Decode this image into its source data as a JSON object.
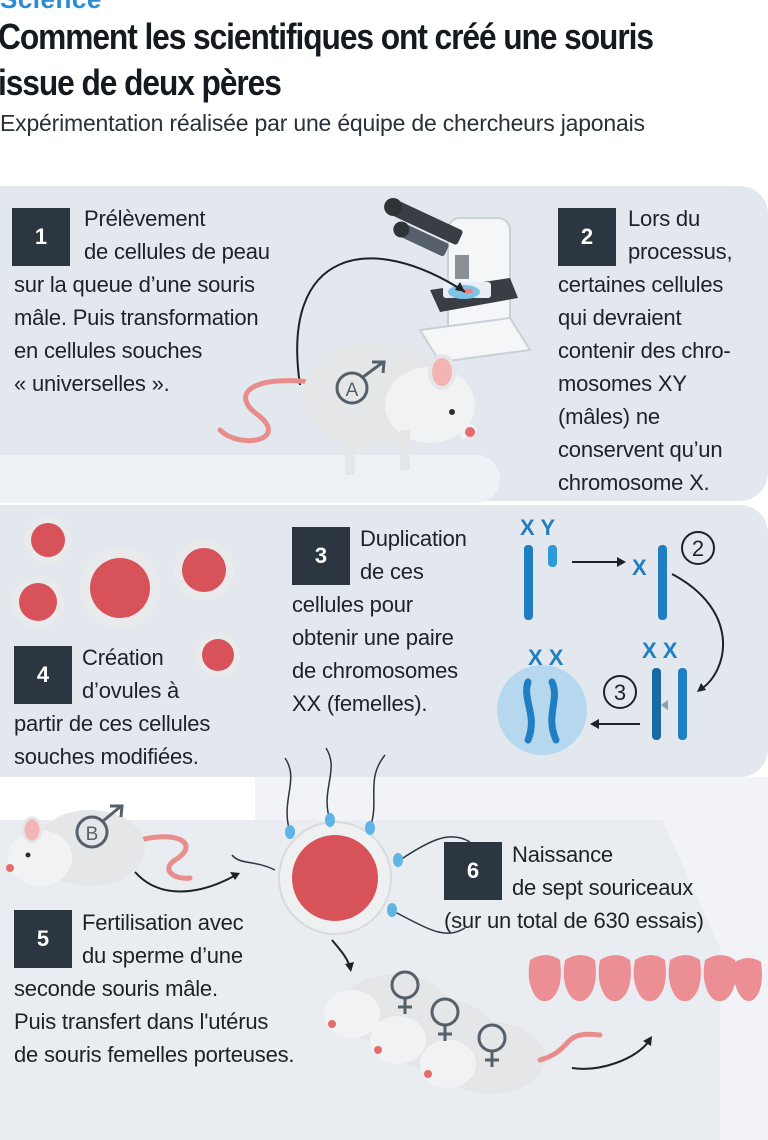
{
  "header": {
    "kicker": "Science",
    "title_line1": "Comment les scientifiques ont créé  une souris",
    "title_line2": "issue de deux pères",
    "subtitle": "Expérimentation réalisée par une équipe de chercheurs japonais"
  },
  "steps": [
    {
      "number": "1",
      "lines": [
        "Prélèvement",
        "de cellules de peau",
        "sur la queue d’une souris",
        "mâle. Puis transformation",
        "en cellules souches",
        "« universelles »."
      ]
    },
    {
      "number": "2",
      "lines": [
        "Lors du",
        "processus,",
        "certaines cellules",
        "qui devraient",
        "contenir des chro-",
        "mosomes XY",
        "(mâles) ne",
        "conservent qu’un",
        "chromosome X."
      ]
    },
    {
      "number": "3",
      "lines": [
        "Duplication",
        "de ces",
        "cellules pour",
        "obtenir une paire",
        "de chromosomes",
        "XX (femelles)."
      ]
    },
    {
      "number": "4",
      "lines": [
        "Création",
        "d’ovules à",
        "partir de ces cellules",
        "souches modifiées."
      ]
    },
    {
      "number": "5",
      "lines": [
        "Fertilisation avec",
        "du sperme d’une",
        "seconde souris mâle.",
        "Puis transfert dans l'utérus",
        "de souris femelles porteuses."
      ]
    },
    {
      "number": "6",
      "lines": [
        "Naissance",
        "de sept souriceaux",
        "(sur un total de 630 essais)"
      ]
    }
  ],
  "diagram_labels": {
    "mouse_a": "A",
    "mouse_b": "B",
    "chrom_xy": "X Y",
    "chrom_x_single": "X",
    "chrom_xx_pair": "X  X",
    "chrom_xx_cell": "X X",
    "circle_2": "2",
    "circle_3": "3"
  },
  "colors": {
    "title_text": "#141a20",
    "kicker_blue": "#2a8bd6",
    "panel_bg": "#e3e8ee",
    "number_box": "#2b3640",
    "egg_red": "#d8525a",
    "chromosome_blue": "#1f7fc2",
    "mouse_tail_pink": "#e98c8c",
    "pups_pink": "#ec8f95"
  },
  "icons": [
    "microscope-icon",
    "male-symbol-icon",
    "female-symbol-icon",
    "mouse-icon",
    "egg-cell-icon",
    "sperm-icon",
    "chromosome-icon",
    "arrow-icon"
  ]
}
